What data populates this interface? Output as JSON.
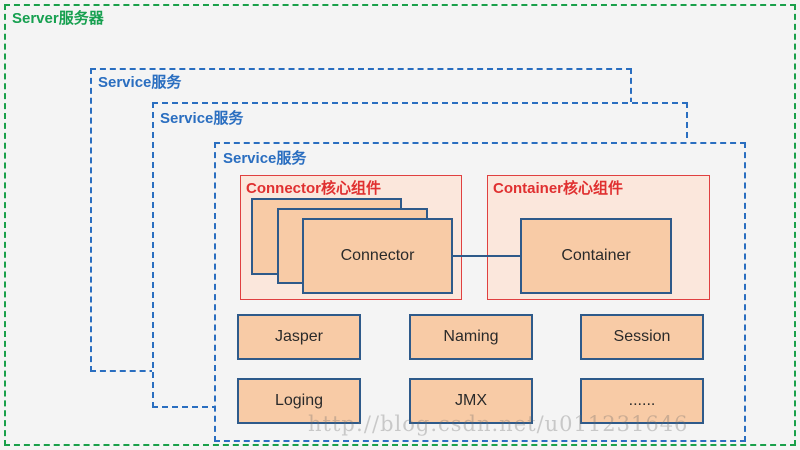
{
  "server": {
    "label": "Server服务器"
  },
  "services": [
    {
      "label": "Service服务"
    },
    {
      "label": "Service服务"
    },
    {
      "label": "Service服务"
    }
  ],
  "connector_group": {
    "label": "Connector核心组件",
    "box_label": "Connector"
  },
  "container_group": {
    "label": "Container核心组件",
    "box_label": "Container"
  },
  "components": [
    "Jasper",
    "Naming",
    "Session",
    "Loging",
    "JMX",
    "......"
  ],
  "watermark": "http://blog.csdn.net/u011231646",
  "colors": {
    "server_border": "#1aa04a",
    "service_border": "#2a6ec0",
    "core_group_border": "#e04040",
    "box_fill": "#f8cba6",
    "box_border": "#2e5a8a"
  }
}
